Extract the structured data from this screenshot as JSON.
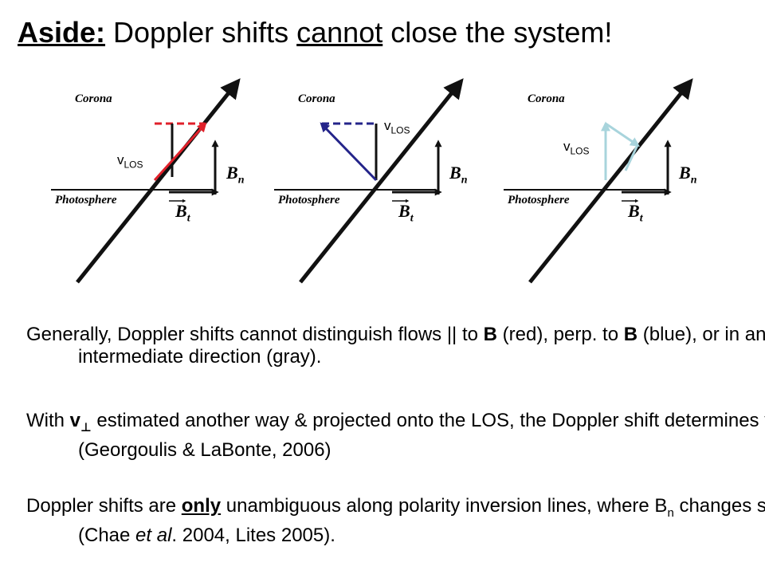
{
  "title": {
    "lead": "Aside:",
    "pre": " Doppler shifts ",
    "emph": "cannot",
    "post": " close the system!"
  },
  "diagram": {
    "corona": "Corona",
    "photosphere": "Photosphere",
    "bn": "B",
    "bn_sub": "n",
    "bt": "B",
    "bt_sub": "t",
    "vlos": "v",
    "vlos_sub": "LOS",
    "colors": {
      "red_case": "#e0202a",
      "blue_case": "#24248a",
      "light_case": "#a8d4dc",
      "field_arrow": "#111111"
    }
  },
  "paragraphs": {
    "p1_a": "Generally, Doppler shifts cannot distinguish flows || to ",
    "p1_B1": "B",
    "p1_b": " (red), perp. to ",
    "p1_B2": "B",
    "p1_c": " (blue), or in an intermediate direction (gray).",
    "p2_a": "With ",
    "p2_v": "v",
    "p2_perp": "⊥",
    "p2_b": " estimated another way & projected onto the LOS, the Doppler shift determines v",
    "p2_sub": "||",
    "p2_c": " (Georgoulis & LaBonte, 2006)",
    "p3_a": "Doppler shifts are ",
    "p3_only": "only",
    "p3_b": " unambiguous along polarity inversion lines, where B",
    "p3_sub": "n",
    "p3_c": " changes sign (Chae ",
    "p3_etal": "et al",
    "p3_d": ". 2004, Lites 2005)."
  }
}
